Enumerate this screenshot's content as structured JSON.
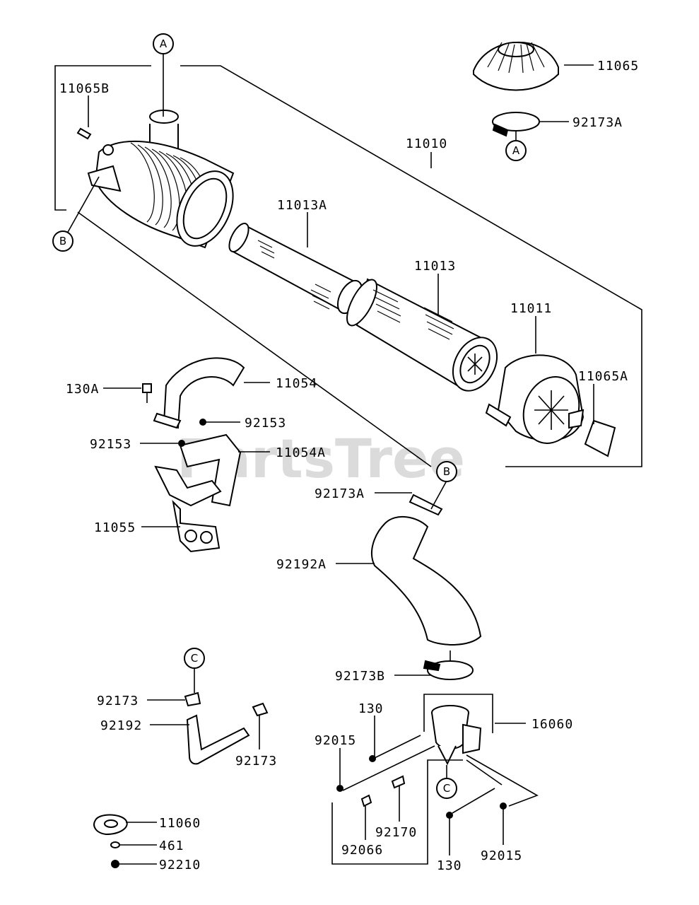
{
  "watermark": "PartsTree",
  "callouts": {
    "a_top": "A",
    "a_right": "A",
    "b_left": "B",
    "b_hose": "B",
    "c_top": "C",
    "c_bottom": "C"
  },
  "parts": {
    "p11065": "11065",
    "p92173A_top": "92173A",
    "p11065B": "11065B",
    "p11010": "11010",
    "p11013A": "11013A",
    "p11013": "11013",
    "p11011": "11011",
    "p11065A": "11065A",
    "p130A": "130A",
    "p11054": "11054",
    "p92153_right": "92153",
    "p92153_left": "92153",
    "p11054A": "11054A",
    "p11055": "11055",
    "p92173A_mid": "92173A",
    "p92192A": "92192A",
    "p92173B": "92173B",
    "p92173_left": "92173",
    "p92192": "92192",
    "p92173_bottom": "92173",
    "p130_top": "130",
    "p16060": "16060",
    "p92015_left": "92015",
    "p92170": "92170",
    "p92066": "92066",
    "p130_bottom": "130",
    "p92015_right": "92015",
    "p11060": "11060",
    "p461": "461",
    "p92210": "92210"
  }
}
